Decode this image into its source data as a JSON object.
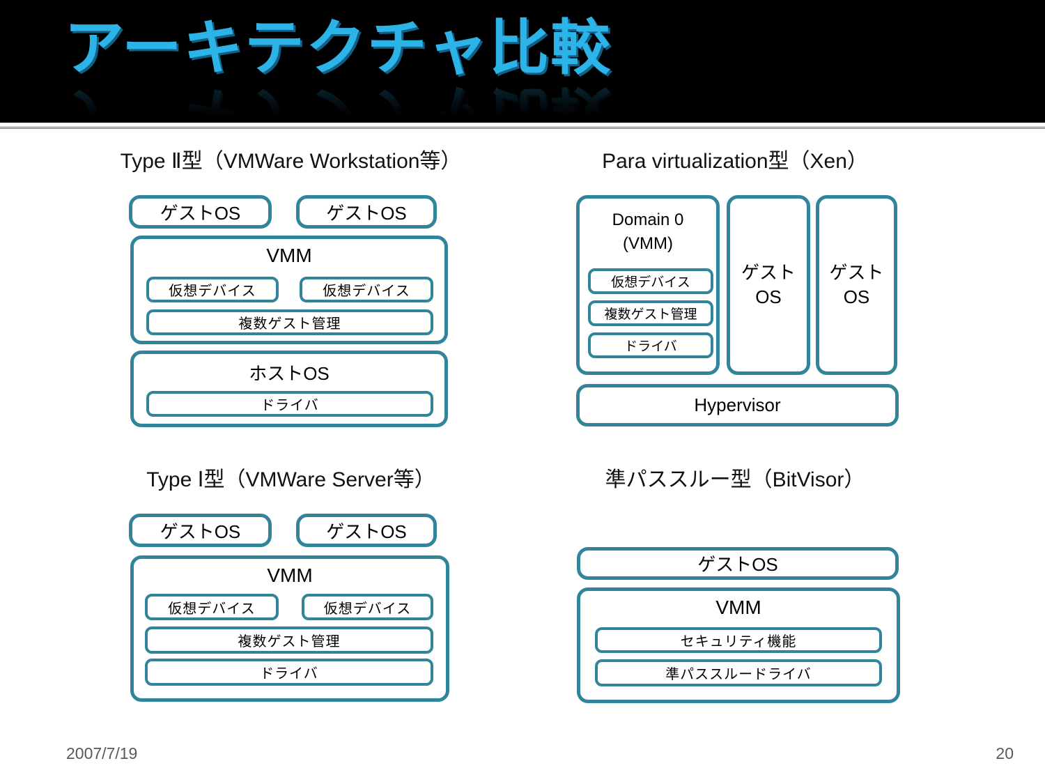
{
  "slide": {
    "title": "アーキテクチャ比較",
    "footer_date": "2007/7/19",
    "page_number": "20"
  },
  "colors": {
    "accent_teal": "#31859B",
    "title_cyan": "#2CB3E8",
    "header_background": "#000000",
    "footer_gray": "#595959"
  },
  "sections": {
    "type2": {
      "heading": "Type Ⅱ型（VMWare Workstation等）",
      "guest_os_left": "ゲストOS",
      "guest_os_right": "ゲストOS",
      "vmm_title": "VMM",
      "virtual_device_left": "仮想デバイス",
      "virtual_device_right": "仮想デバイス",
      "multi_guest_management": "複数ゲスト管理",
      "host_os_title": "ホストOS",
      "driver": "ドライバ"
    },
    "para_virtualization": {
      "heading": "Para virtualization型（Xen）",
      "domain0_line1": "Domain 0",
      "domain0_line2": "(VMM)",
      "virtual_device": "仮想デバイス",
      "multi_guest_management": "複数ゲスト管理",
      "driver": "ドライバ",
      "guest_os_line1": "ゲスト",
      "guest_os_line2": "OS",
      "hypervisor": "Hypervisor"
    },
    "type1": {
      "heading": "Type Ⅰ型（VMWare Server等）",
      "guest_os_left": "ゲストOS",
      "guest_os_right": "ゲストOS",
      "vmm_title": "VMM",
      "virtual_device_left": "仮想デバイス",
      "virtual_device_right": "仮想デバイス",
      "multi_guest_management": "複数ゲスト管理",
      "driver": "ドライバ"
    },
    "semi_passthrough": {
      "heading": "準パススルー型（BitVisor）",
      "guest_os": "ゲストOS",
      "vmm_title": "VMM",
      "security_function": "セキュリティ機能",
      "semi_passthrough_driver": "準パススルードライバ"
    }
  }
}
